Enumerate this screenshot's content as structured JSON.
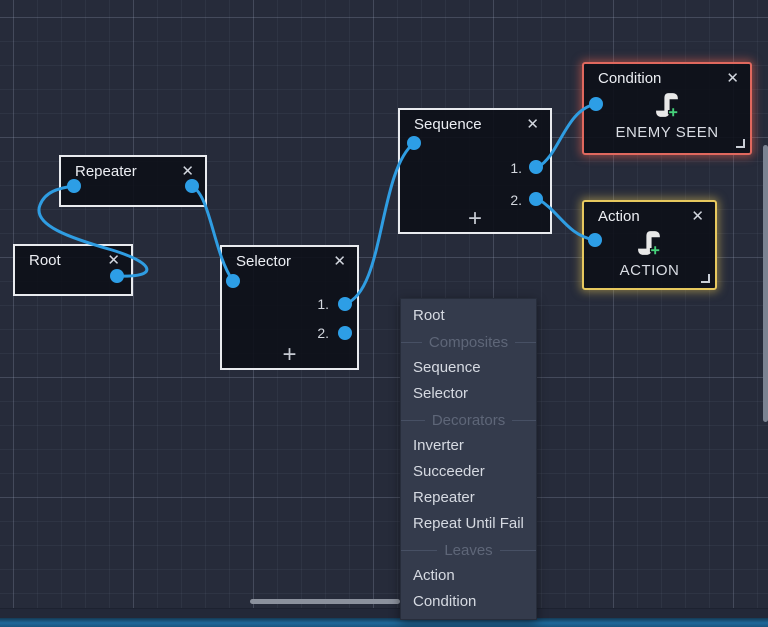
{
  "icons": {
    "close": "✕",
    "add": "+"
  },
  "colors": {
    "canvas_bg": "#262b3a",
    "wire": "#2f9de2",
    "port": "#2d9ee6",
    "node_border": "#e9ebef",
    "condition_border": "#e0685e",
    "action_border": "#e7c85e",
    "menu_bg": "#343b4c"
  },
  "nodes": {
    "root": {
      "title": "Root"
    },
    "repeater": {
      "title": "Repeater"
    },
    "selector": {
      "title": "Selector",
      "outputs": [
        "1.",
        "2."
      ]
    },
    "sequence": {
      "title": "Sequence",
      "outputs": [
        "1.",
        "2."
      ]
    },
    "condition": {
      "title": "Condition",
      "label": "ENEMY SEEN"
    },
    "action": {
      "title": "Action",
      "label": "ACTION"
    }
  },
  "connections": [
    {
      "from": "root",
      "to": "repeater"
    },
    {
      "from": "repeater",
      "to": "selector"
    },
    {
      "from": "selector.1",
      "to": "sequence"
    },
    {
      "from": "sequence.1",
      "to": "condition"
    },
    {
      "from": "sequence.2",
      "to": "action"
    }
  ],
  "menu": {
    "items": [
      {
        "type": "item",
        "label": "Root"
      },
      {
        "type": "header",
        "label": "Composites"
      },
      {
        "type": "item",
        "label": "Sequence"
      },
      {
        "type": "item",
        "label": "Selector"
      },
      {
        "type": "header",
        "label": "Decorators"
      },
      {
        "type": "item",
        "label": "Inverter"
      },
      {
        "type": "item",
        "label": "Succeeder"
      },
      {
        "type": "item",
        "label": "Repeater"
      },
      {
        "type": "item",
        "label": "Repeat Until Fail"
      },
      {
        "type": "header",
        "label": "Leaves"
      },
      {
        "type": "item",
        "label": "Action"
      },
      {
        "type": "item",
        "label": "Condition"
      }
    ]
  }
}
